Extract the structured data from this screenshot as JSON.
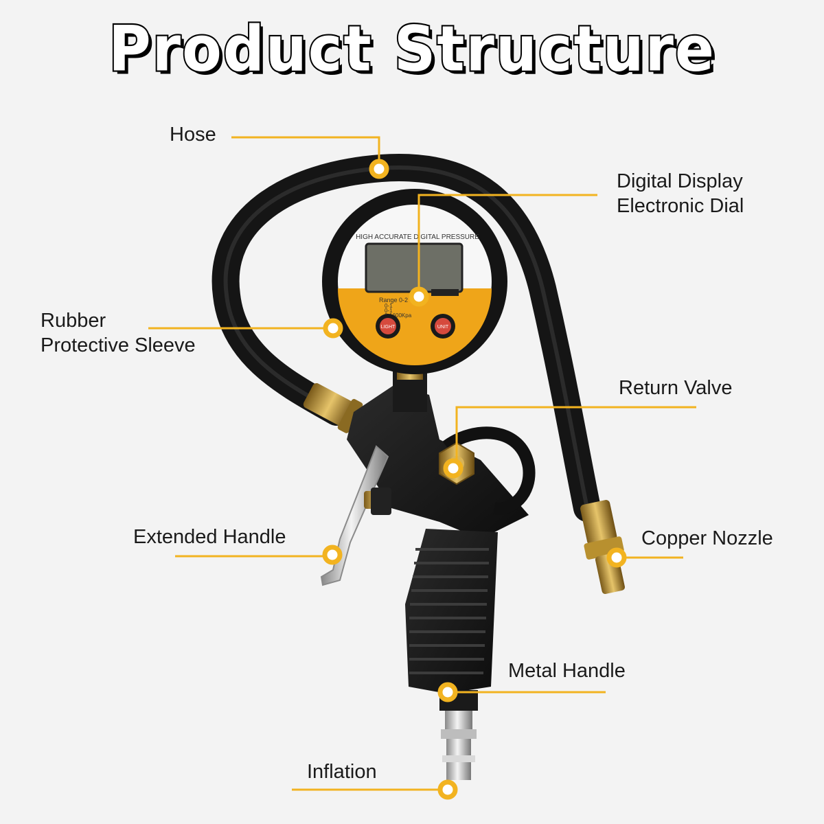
{
  "title": "Product Structure",
  "accent_color": "#f2b320",
  "labels": {
    "hose": "Hose",
    "digital_display_line1": "Digital Display",
    "digital_display_line2": "Electronic Dial",
    "rubber_sleeve_line1": "Rubber",
    "rubber_sleeve_line2": "Protective Sleeve",
    "return_valve": "Return Valve",
    "extended_handle": "Extended Handle",
    "copper_nozzle": "Copper Nozzle",
    "metal_handle": "Metal Handle",
    "inflation": "Inflation"
  },
  "gauge": {
    "header_text": "HIGH ACCURATE DIGITAL PRESSURE",
    "range_lines": [
      "Range 0-2",
      "0-1",
      "0-1",
      "0-1600Kpa"
    ],
    "light_button": "LIGHT",
    "unit_button": "UNIT"
  }
}
